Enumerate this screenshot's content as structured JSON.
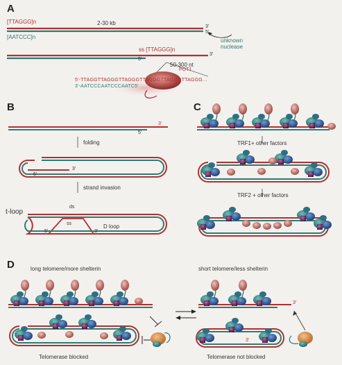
{
  "panels": {
    "a": "A",
    "b": "B",
    "c": "C",
    "d": "D"
  },
  "panel_a": {
    "g_strand": "[TTAGGG]n",
    "c_strand": "[AATCCC]n",
    "length_ds": "2-30 kb",
    "end3": "3'",
    "end5": "5'",
    "nuclease": "unknown\nnuclease",
    "ss_label": "ss [TTAGGG]n",
    "overhang_len": "50-300 nt",
    "end5b": "5'",
    "end3b": "3'",
    "pot1": "POT1",
    "seq_top": "5'-TTAGGTTAGGGTTAGGGTTAGGGTTAGGGTTAGGG...",
    "seq_bottom": "3'-AATCCCAATCCCAATC5'"
  },
  "panel_b": {
    "end5": "5'",
    "end3": "3'",
    "folding": "folding",
    "loop5": "5'",
    "loop3": "3'",
    "strand_invasion": "strand invasion",
    "tloop": "t-loop",
    "ds": "ds",
    "ss": "ss",
    "dloop": "D loop",
    "tl5": "5'",
    "tl3": "3'"
  },
  "panel_c": {
    "trf1": "TRF1+ other factors",
    "trf2": "TRF2 + other factors"
  },
  "panel_d": {
    "long": "long telomere/more shelterin",
    "short": "short telomere/less shelterin",
    "blocked": "Telomerase blocked",
    "not_blocked": "Telomerase not blocked",
    "end3": "3'",
    "end3b": "3'"
  },
  "colors": {
    "red": "#b03030",
    "teal": "#2f7a74",
    "green": "#2e8b6f",
    "purple": "#7a2a6a",
    "pink": "#c78a86"
  }
}
